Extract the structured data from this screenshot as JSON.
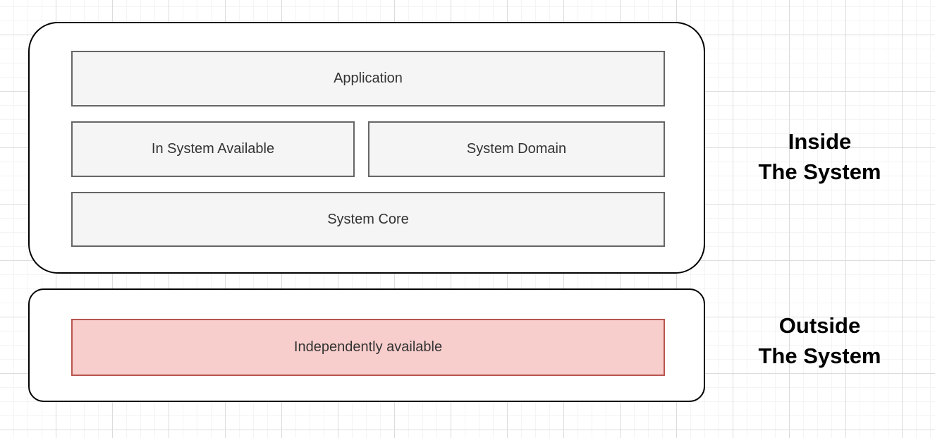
{
  "colors": {
    "grid-minor": "#f4f4f4",
    "grid-major": "#dcdcdc",
    "container-border": "#000000",
    "box-fill": "#f5f5f5",
    "box-border": "#666666",
    "red-fill": "#f8cecc",
    "red-border": "#b85450",
    "label-text": "#333333",
    "side-label-text": "#000000"
  },
  "nodes": {
    "application": {
      "label": "Application"
    },
    "in_system_available": {
      "label": "In System Available"
    },
    "system_domain": {
      "label": "System Domain"
    },
    "system_core": {
      "label": "System Core"
    },
    "independently_available": {
      "label": "Independently available"
    }
  },
  "side_labels": {
    "inside": {
      "line1": "Inside",
      "line2": "The System"
    },
    "outside": {
      "line1": "Outside",
      "line2": "The System"
    }
  }
}
